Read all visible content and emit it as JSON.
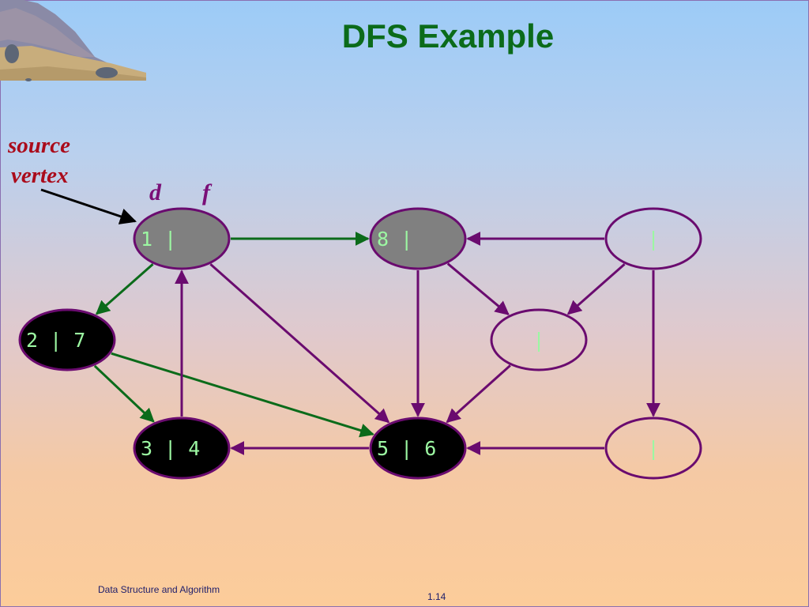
{
  "title": "DFS Example",
  "source_label_line1": "source",
  "source_label_line2": "vertex",
  "d_label": "d",
  "f_label": "f",
  "footer_left": "Data Structure and Algorithm",
  "footer_right": "1.14",
  "colors": {
    "title": "#0b6b1a",
    "source_label": "#aa0b1b",
    "df_label": "#7a0f77",
    "tree_edge": "#0b6b1a",
    "other_edge": "#6a0b6f",
    "gray_node": "#808080",
    "black_node": "#000000",
    "node_border": "#6a0b6f",
    "node_text": "#9cf7a2"
  },
  "nodes": [
    {
      "id": "n1",
      "label": "1 |",
      "state": "gray"
    },
    {
      "id": "n8",
      "label": "8 |",
      "state": "gray"
    },
    {
      "id": "nTR",
      "label": "|",
      "state": "white"
    },
    {
      "id": "n2",
      "label": "2 | 7",
      "state": "black"
    },
    {
      "id": "nMR",
      "label": "|",
      "state": "white"
    },
    {
      "id": "n3",
      "label": "3 | 4",
      "state": "black"
    },
    {
      "id": "n5",
      "label": "5 | 6",
      "state": "black"
    },
    {
      "id": "nBR",
      "label": "|",
      "state": "white"
    }
  ],
  "edges": [
    {
      "from": "n1",
      "to": "n8",
      "type": "tree"
    },
    {
      "from": "n1",
      "to": "n2",
      "type": "tree"
    },
    {
      "from": "n2",
      "to": "n3",
      "type": "tree"
    },
    {
      "from": "n2",
      "to": "n5",
      "type": "tree"
    },
    {
      "from": "n3",
      "to": "n1",
      "type": "other"
    },
    {
      "from": "n1",
      "to": "n5",
      "type": "other"
    },
    {
      "from": "nTR",
      "to": "n8",
      "type": "other"
    },
    {
      "from": "n8",
      "to": "n5",
      "type": "other"
    },
    {
      "from": "n8",
      "to": "nMR",
      "type": "other"
    },
    {
      "from": "nTR",
      "to": "nMR",
      "type": "other"
    },
    {
      "from": "nTR",
      "to": "nBR",
      "type": "other"
    },
    {
      "from": "nMR",
      "to": "n5",
      "type": "other"
    },
    {
      "from": "n5",
      "to": "n3",
      "type": "other"
    },
    {
      "from": "nBR",
      "to": "n5",
      "type": "other"
    }
  ]
}
